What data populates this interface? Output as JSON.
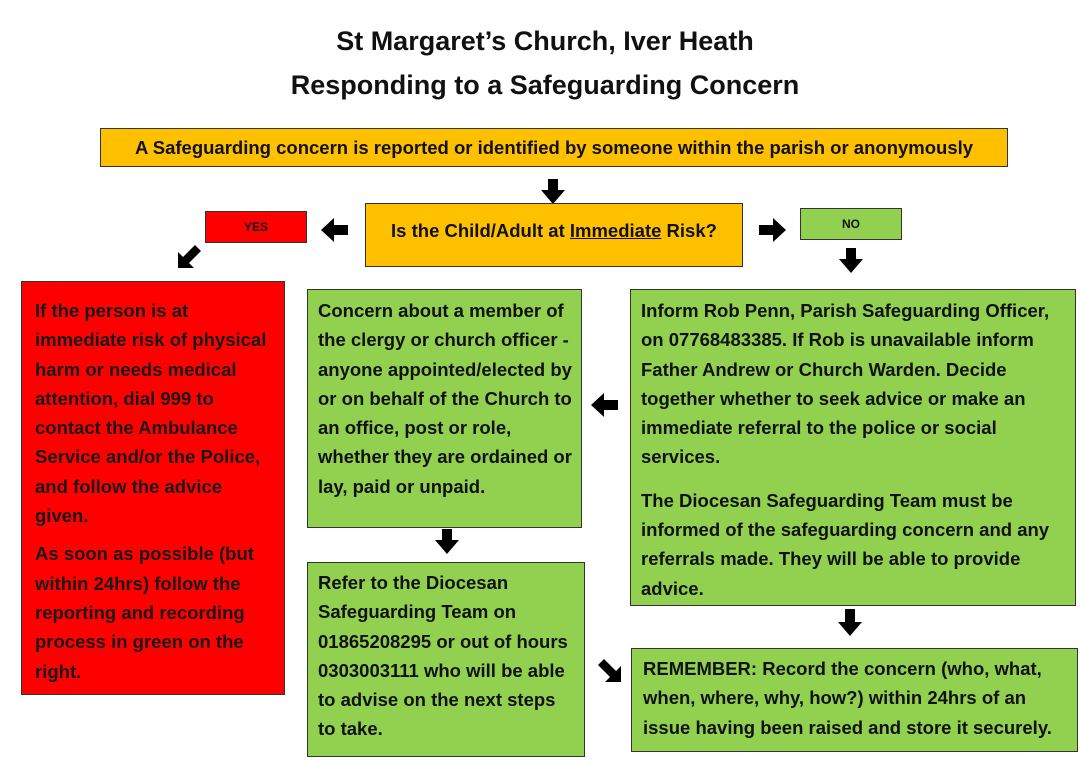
{
  "header": {
    "line1": "St Margaret’s Church, Iver Heath",
    "line2": "Responding to a Safeguarding Concern"
  },
  "nodes": {
    "start": "A Safeguarding concern is reported or identified by someone within the parish or anonymously",
    "question": {
      "pre": "Is the Child/Adult at ",
      "emphasis": "Immediate",
      "post": " Risk?"
    },
    "yes_label": "YES",
    "no_label": "NO",
    "immediate_risk": {
      "p1": "If the person is at immediate risk of physical harm or needs medical attention, dial 999 to contact the Ambulance Service and/or the Police, and follow the advice given.",
      "p2": "As soon as possible (but within 24hrs) follow the reporting and recording process in green on the right."
    },
    "clergy_concern": "Concern about a member of the clergy or church officer - anyone appointed/elected by or on behalf of the Church to an office, post or role, whether they are ordained or lay, paid or unpaid.",
    "inform_officer": {
      "p1": "Inform Rob Penn, Parish Safeguarding Officer, on 07768483385. If Rob is unavailable inform Father Andrew or Church Warden. Decide together whether to seek advice or make an immediate referral to the police or social services.",
      "p2": "The Diocesan Safeguarding Team must be informed of the safeguarding concern and any referrals made.  They will be able to provide advice."
    },
    "refer_diocesan": "Refer to the Diocesan Safeguarding Team on 01865208295 or out of hours 0303003111 who will be able to advise on the next steps to take.",
    "remember": "REMEMBER: Record the concern (who, what, when, where, why, how?) within 24hrs of an issue having been raised and store it securely."
  },
  "colors": {
    "orange": "#ffc000",
    "red": "#ff0000",
    "green": "#92d050",
    "arrow": "#000000"
  }
}
